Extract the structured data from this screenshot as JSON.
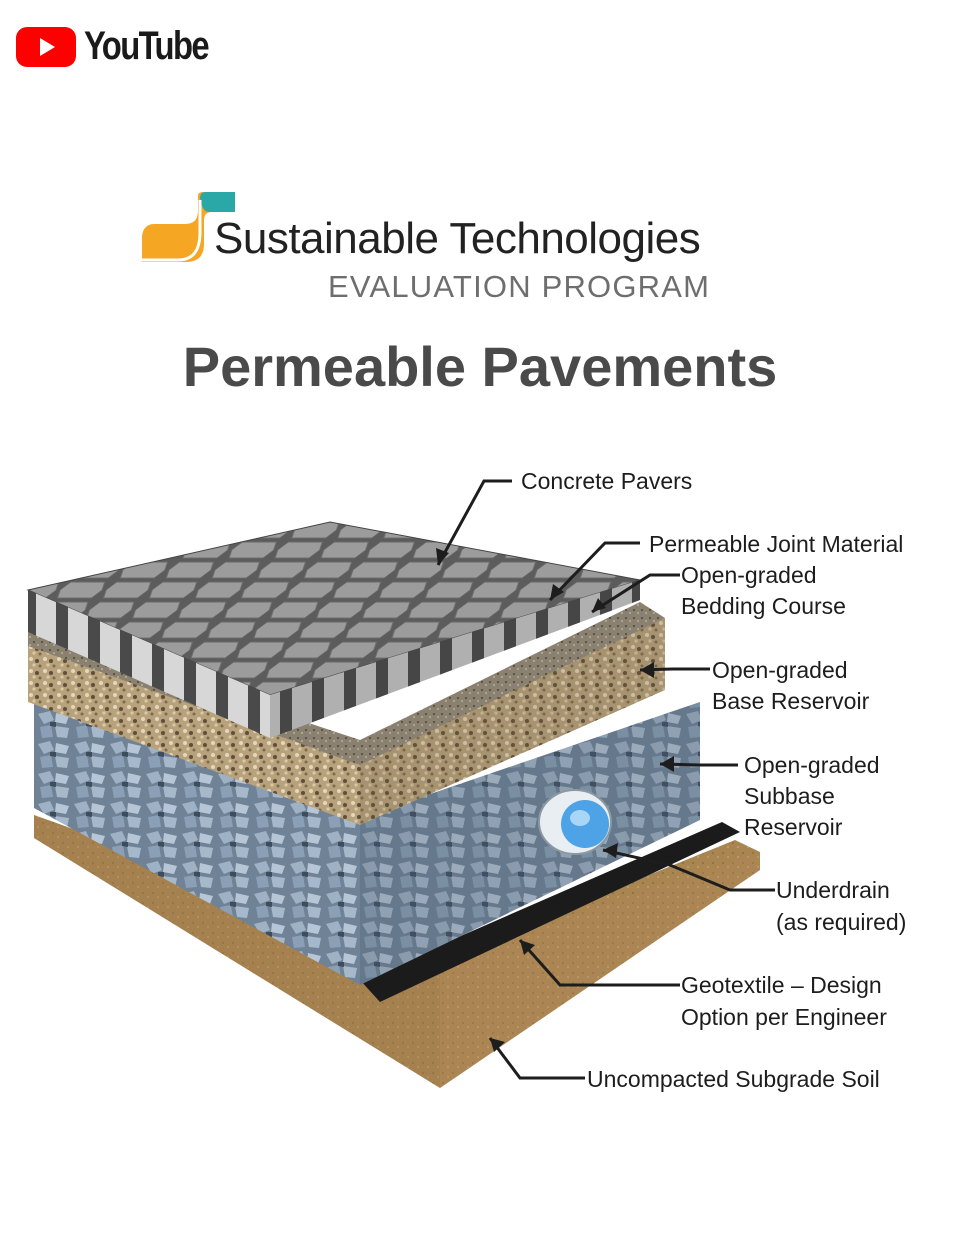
{
  "branding": {
    "video_platform": "YouTube",
    "org_name": "Sustainable Technologies",
    "org_subtitle": "EVALUATION PROGRAM",
    "colors": {
      "youtube_red": "#ff0000",
      "logo_orange": "#f5a623",
      "logo_teal": "#2aa8a8"
    }
  },
  "title": "Permeable Pavements",
  "layers": [
    {
      "id": "pavers",
      "lines": [
        "Concrete Pavers"
      ]
    },
    {
      "id": "joint",
      "lines": [
        "Permeable Joint Material"
      ]
    },
    {
      "id": "bedding",
      "lines": [
        "Open-graded",
        "Bedding Course"
      ]
    },
    {
      "id": "base",
      "lines": [
        "Open-graded",
        "Base Reservoir"
      ]
    },
    {
      "id": "subbase",
      "lines": [
        "Open-graded",
        "Subbase",
        "Reservoir"
      ]
    },
    {
      "id": "underdrain",
      "lines": [
        "Underdrain",
        "(as required)"
      ]
    },
    {
      "id": "geotextile",
      "lines": [
        "Geotextile – Design",
        "Option per Engineer"
      ]
    },
    {
      "id": "subgrade",
      "lines": [
        "Uncompacted Subgrade Soil"
      ]
    }
  ],
  "icons": {
    "play": "youtube-play-icon",
    "logo": "step-logo-icon"
  }
}
